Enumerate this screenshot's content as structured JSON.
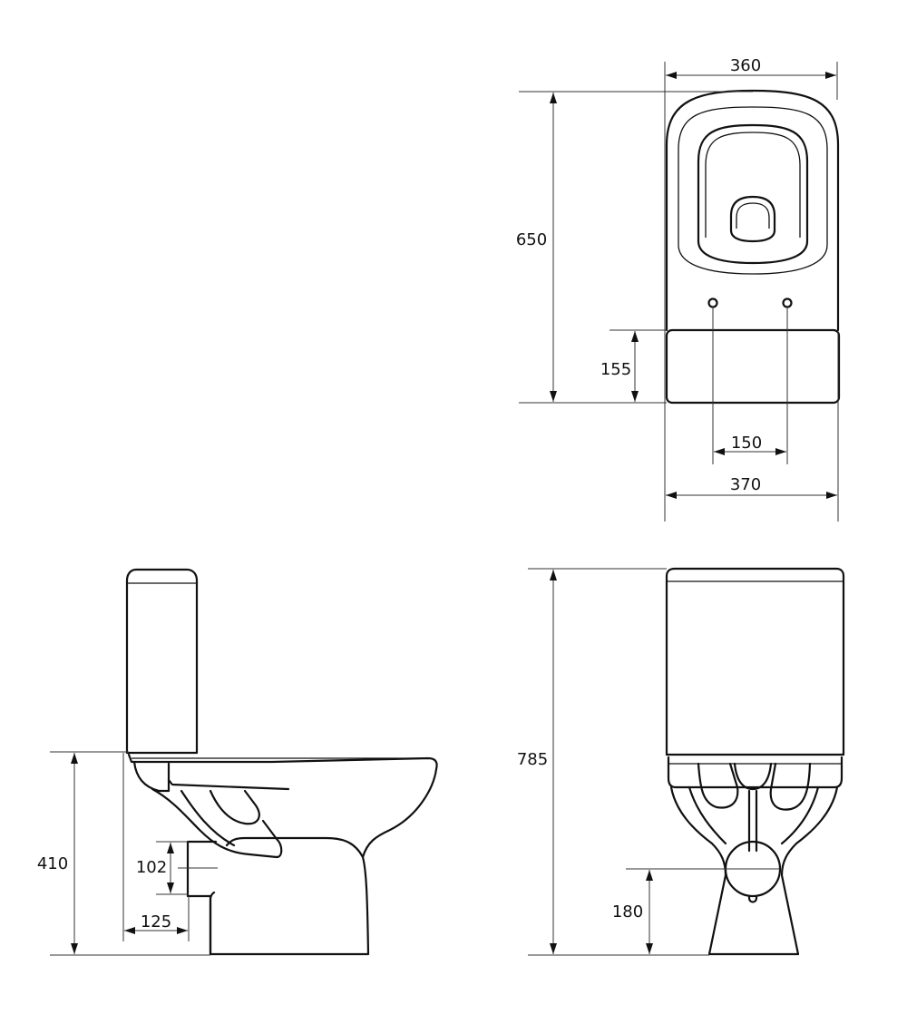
{
  "colors": {
    "line": "#111111",
    "dimension_line": "#333333",
    "background": "#ffffff"
  },
  "views": {
    "top": {
      "width_upper": "360",
      "depth": "650",
      "tank_depth": "155",
      "fixing_spacing": "150",
      "width_lower": "370"
    },
    "side": {
      "seat_height": "410",
      "outlet_height": "102",
      "outlet_offset": "125"
    },
    "front": {
      "total_height": "785",
      "outlet_center_height": "180"
    }
  }
}
